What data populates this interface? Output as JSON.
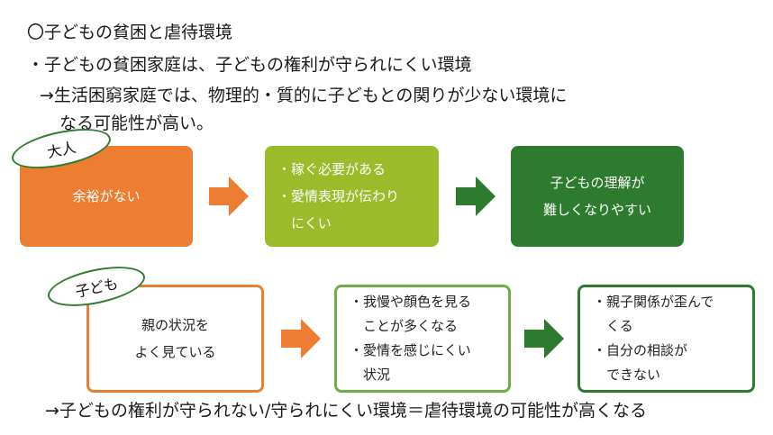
{
  "heading": {
    "title": "〇子どもの貧困と虐待環境",
    "bullet": "・子どもの貧困家庭は、子どもの権利が守られにくい環境",
    "arrow_line1": "→生活困窮家庭では、物理的・質的に子どもとの関りが少ない環境に",
    "arrow_line2": "なる可能性が高い。"
  },
  "adult_row": {
    "label": "大人",
    "box1": [
      "余裕がない"
    ],
    "box2": [
      "・稼ぐ必要がある",
      "・愛情表現が伝わり",
      "　にくい"
    ],
    "box3": [
      "子どもの理解が",
      "難しくなりやすい"
    ]
  },
  "child_row": {
    "label": "子ども",
    "box1": [
      "親の状況を",
      "よく見ている"
    ],
    "box2": [
      "・我慢や顔色を見る",
      "　ことが多くなる",
      "・愛情を感じにくい",
      "　状況"
    ],
    "box3": [
      "・親子関係が歪んで",
      "　くる",
      "・自分の相談が",
      "　できない"
    ]
  },
  "conclusion": "→子どもの権利が守られない/守られにくい環境＝虐待環境の可能性が高くなる",
  "colors": {
    "orange": "#ed7d31",
    "lime": "#9bbb2a",
    "green": "#70ad47",
    "dark_green": "#2e7b30"
  }
}
